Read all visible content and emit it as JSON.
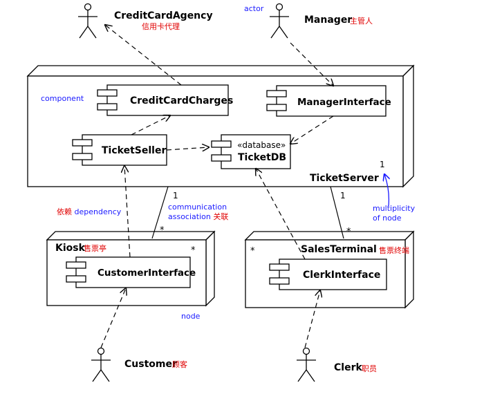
{
  "actors": {
    "credit_card_agency": {
      "name": "CreditCardAgency",
      "note": "信用卡代理"
    },
    "manager": {
      "name": "Manager",
      "note": "主管人"
    },
    "customer": {
      "name": "Customer",
      "note": "顾客"
    },
    "clerk": {
      "name": "Clerk",
      "note": "职员"
    }
  },
  "components": {
    "credit_card_charges": "CreditCardCharges",
    "manager_interface": "ManagerInterface",
    "ticket_seller": "TicketSeller",
    "ticket_db_stereotype": "«database»",
    "ticket_db": "TicketDB",
    "customer_interface": "CustomerInterface",
    "clerk_interface": "ClerkInterface"
  },
  "nodes": {
    "ticket_server": "TicketServer",
    "kiosk": {
      "name": "Kiosk",
      "note": "售票亭"
    },
    "sales_terminal": {
      "name": "SalesTerminal",
      "note": "售票终端"
    }
  },
  "multiplicities": {
    "server_kiosk": "1",
    "kiosk_server": "*",
    "server_terminal": "1",
    "terminal_server": "*",
    "server_right": "1",
    "kiosk_corner": "*",
    "terminal_corner": "*"
  },
  "annotations": {
    "actor": "actor",
    "component": "component",
    "dependency": "依赖 dependency",
    "communication_line1": "communication",
    "communication_line2": "association 关联",
    "multiplicity_line1": "multiplicity",
    "multiplicity_line2": "of node",
    "node": "node"
  },
  "colors": {
    "annotation": "#1a1aff",
    "chinese_note": "#e00000",
    "stroke": "#000000"
  }
}
